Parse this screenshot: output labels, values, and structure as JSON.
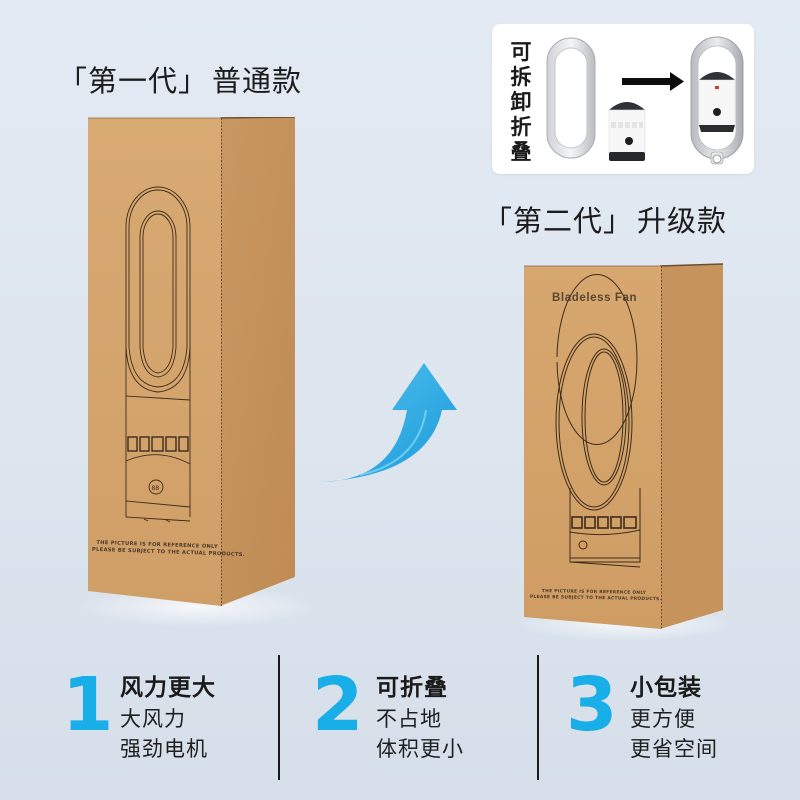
{
  "gen1": {
    "bracket_open": "「",
    "label": "第一代",
    "bracket_close": "」",
    "suffix": "普通款",
    "box": {
      "disclaimer_line1": "THE PICTURE IS FOR REFERENCE ONLY",
      "disclaimer_line2": "PLEASE BE SUBJECT TO THE ACTUAL PRODUCTS.",
      "display_glyph": "88"
    }
  },
  "gen2": {
    "bracket_open": "「",
    "label": "第二代",
    "bracket_close": "」",
    "suffix": "升级款",
    "box": {
      "brand": "Bladeless Fan",
      "disclaimer_line1": "THE PICTURE IS FOR REFERENCE ONLY",
      "disclaimer_line2": "PLEASE BE SUBJECT TO THE ACTUAL PRODUCTS."
    }
  },
  "inset": {
    "vertical_text": [
      "可",
      "拆",
      "卸",
      "折",
      "叠"
    ],
    "arrow_icon": "right-arrow-icon"
  },
  "transition_arrow": {
    "icon": "curved-up-arrow-icon",
    "color": "#29a9e6"
  },
  "features": [
    {
      "number": "1",
      "title": "风力更大",
      "lines": [
        "大风力",
        "强劲电机"
      ]
    },
    {
      "number": "2",
      "title": "可折叠",
      "lines": [
        "不占地",
        "体积更小"
      ]
    },
    {
      "number": "3",
      "title": "小包装",
      "lines": [
        "更方便",
        "更省空间"
      ]
    }
  ],
  "colors": {
    "accent": "#18aee8",
    "background": "#e0e8f2",
    "cardboard": "#d4a46c",
    "text": "#1a1a1a"
  }
}
